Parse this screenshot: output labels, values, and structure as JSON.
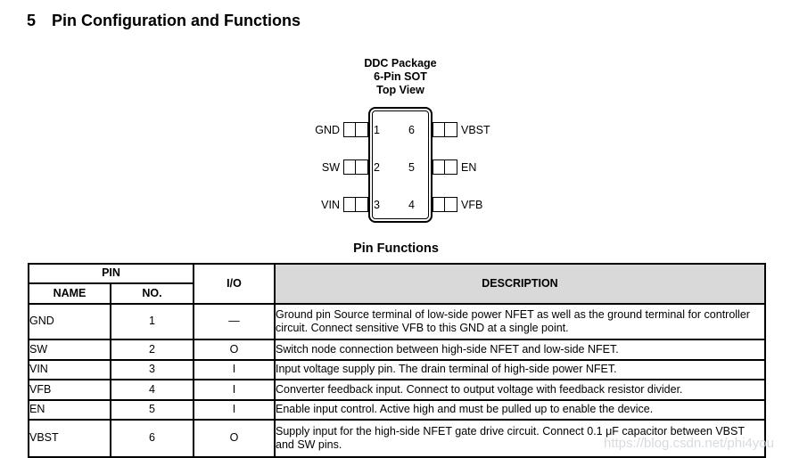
{
  "page": {
    "section_number": "5",
    "section_title": "Pin Configuration and Functions"
  },
  "package_diagram": {
    "title_lines": [
      "DDC Package",
      "6-Pin SOT",
      "Top View"
    ],
    "left_pins": [
      {
        "name": "GND",
        "number": "1"
      },
      {
        "name": "SW",
        "number": "2"
      },
      {
        "name": "VIN",
        "number": "3"
      }
    ],
    "right_pins": [
      {
        "name": "VBST",
        "number": "6"
      },
      {
        "name": "EN",
        "number": "5"
      },
      {
        "name": "VFB",
        "number": "4"
      }
    ]
  },
  "pin_table": {
    "title": "Pin Functions",
    "headers": {
      "pin_group": "PIN",
      "name": "NAME",
      "no": "NO.",
      "io": "I/O",
      "description": "DESCRIPTION"
    },
    "rows": [
      {
        "name": "GND",
        "no": "1",
        "io": "—",
        "description": "Ground pin Source terminal of low-side power NFET as well as the ground terminal for controller circuit. Connect sensitive VFB to this GND at a single point."
      },
      {
        "name": "SW",
        "no": "2",
        "io": "O",
        "description": "Switch node connection between high-side NFET and low-side NFET."
      },
      {
        "name": "VIN",
        "no": "3",
        "io": "I",
        "description": "Input voltage supply pin. The drain terminal of high-side power NFET."
      },
      {
        "name": "VFB",
        "no": "4",
        "io": "I",
        "description": "Converter feedback input. Connect to output voltage with feedback resistor divider."
      },
      {
        "name": "EN",
        "no": "5",
        "io": "I",
        "description": "Enable input control. Active high and must be pulled up to enable the device."
      },
      {
        "name": "VBST",
        "no": "6",
        "io": "O",
        "description": "Supply input for the high-side NFET gate drive circuit. Connect 0.1 μF capacitor between VBST and SW pins."
      }
    ]
  },
  "watermark": {
    "text": "https://blog.csdn.net/phi4you"
  },
  "colors": {
    "text": "#000000",
    "border": "#000000",
    "description_header_bg": "#d9d9d9",
    "watermark": "#d0d5da"
  }
}
